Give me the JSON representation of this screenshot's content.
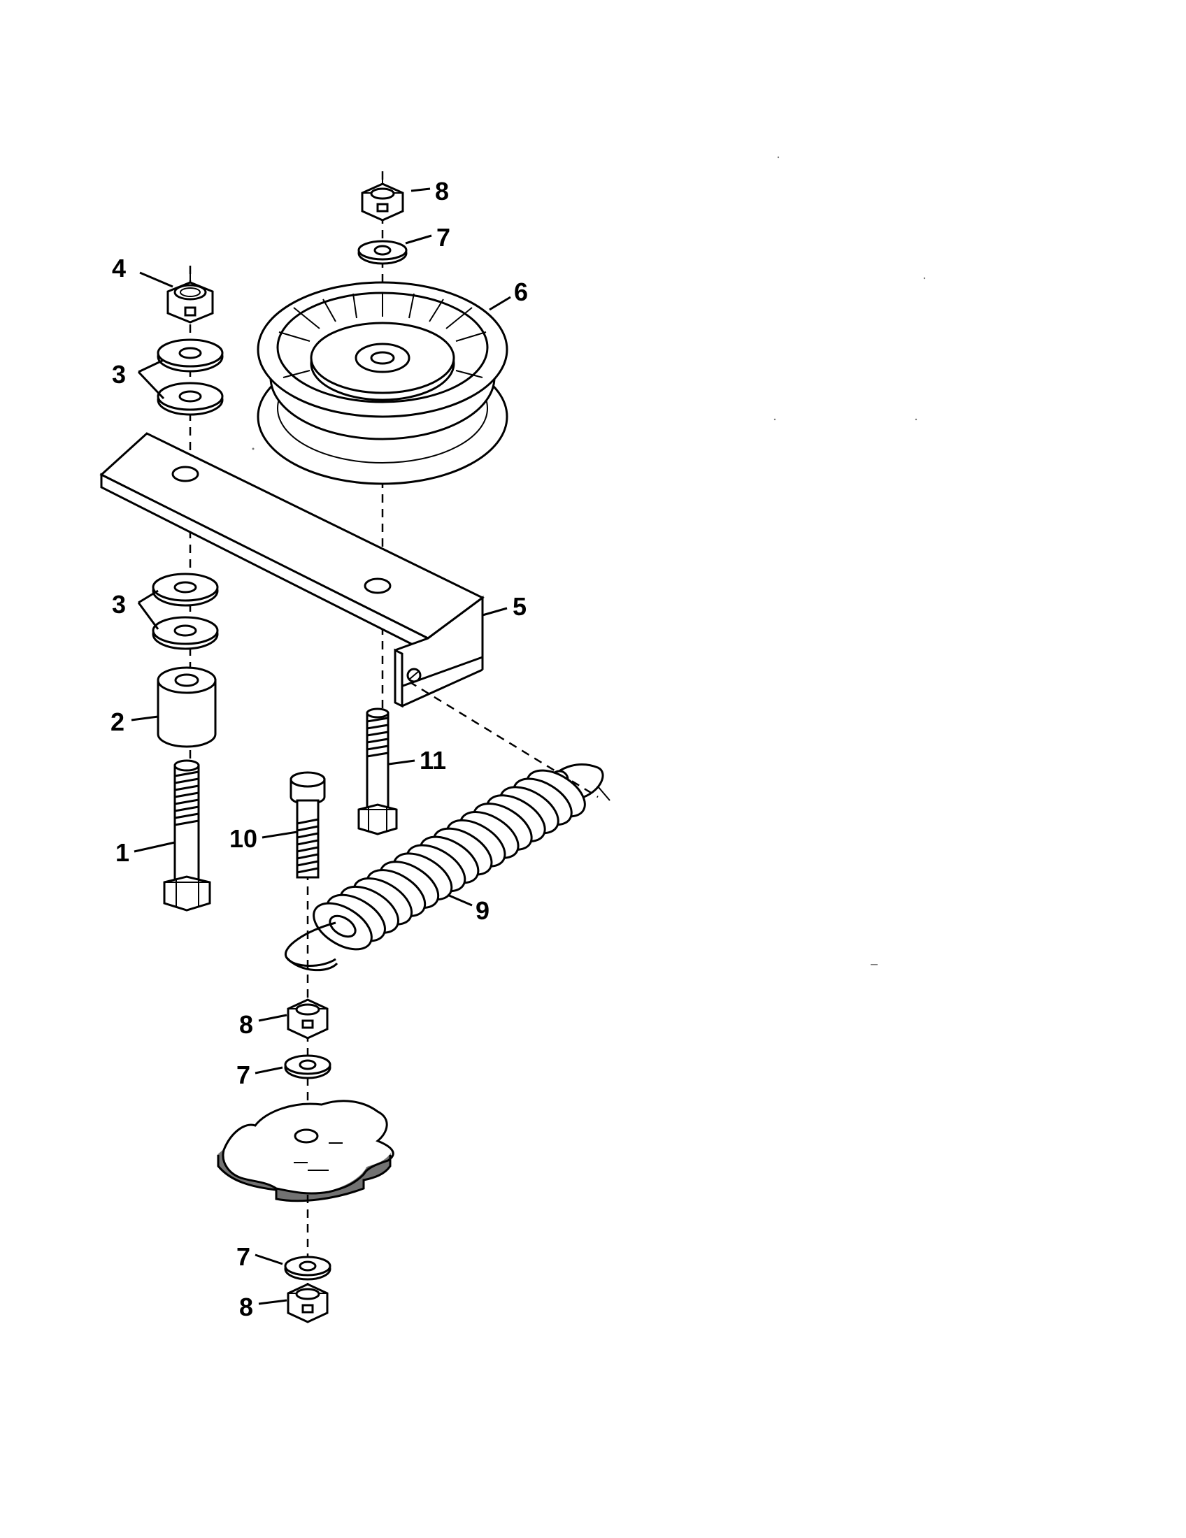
{
  "callouts": {
    "c1": "1",
    "c2": "2",
    "c3a": "3",
    "c3b": "3",
    "c4": "4",
    "c5": "5",
    "c6": "6",
    "c7a": "7",
    "c7b": "7",
    "c7c": "7",
    "c8a": "8",
    "c8b": "8",
    "c8c": "8",
    "c9": "9",
    "c10": "10",
    "c11": "11"
  }
}
